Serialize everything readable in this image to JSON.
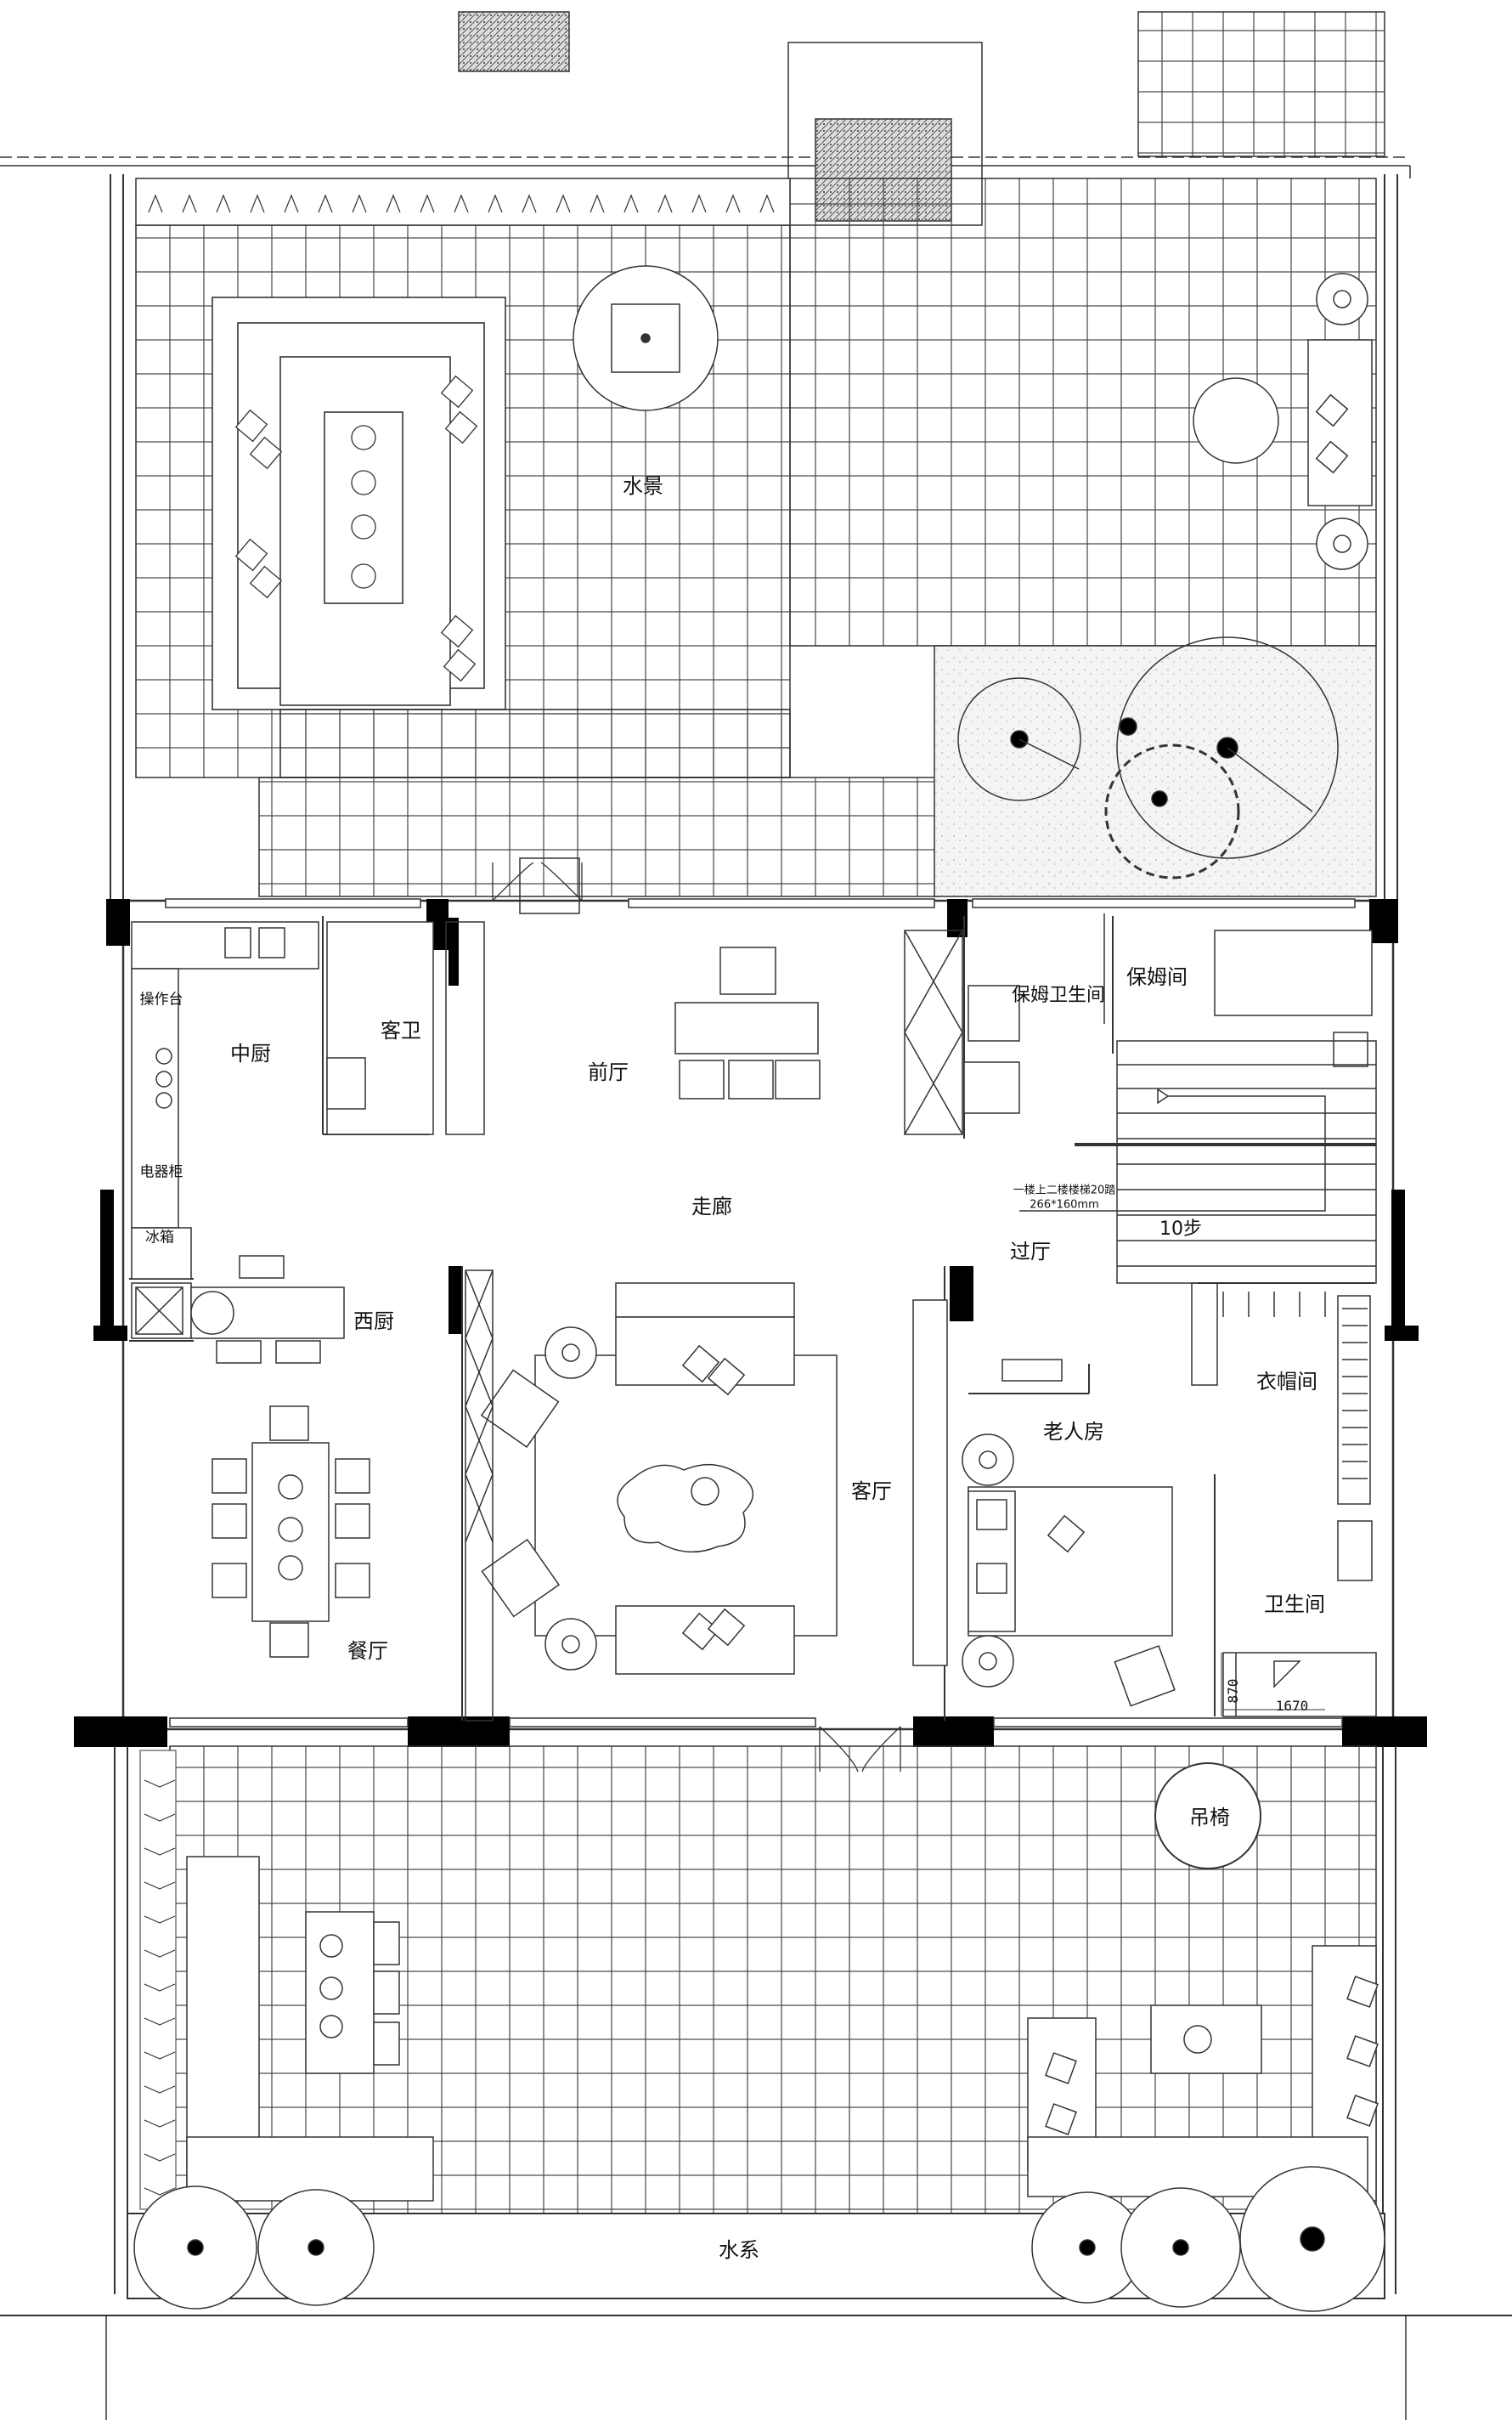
{
  "rooms": {
    "water_feature": "水景",
    "central_kitchen": "中厨",
    "guest_bath": "客卫",
    "front_hall": "前厅",
    "nanny_bath": "保姆卫生间",
    "nanny_room": "保姆间",
    "corridor": "走廊",
    "passage_hall": "过厅",
    "western_kitchen": "西厨",
    "living_room": "客厅",
    "elder_room": "老人房",
    "cloakroom": "衣帽间",
    "dining_room": "餐厅",
    "bathroom": "卫生间",
    "hanging_chair": "吊椅",
    "water_system": "水系"
  },
  "fixtures": {
    "counter": "操作台",
    "appliance_cabinet": "电器柜",
    "fridge": "冰箱"
  },
  "stair": {
    "note": "一楼上二楼楼梯20踏",
    "size": "266*160mm",
    "steps": "10步"
  },
  "dimensions": {
    "d870": "870",
    "d1670": "1670"
  },
  "colors": {
    "line": "#222222",
    "wall": "#000000",
    "pattern_fill": "#f1f1f1"
  }
}
